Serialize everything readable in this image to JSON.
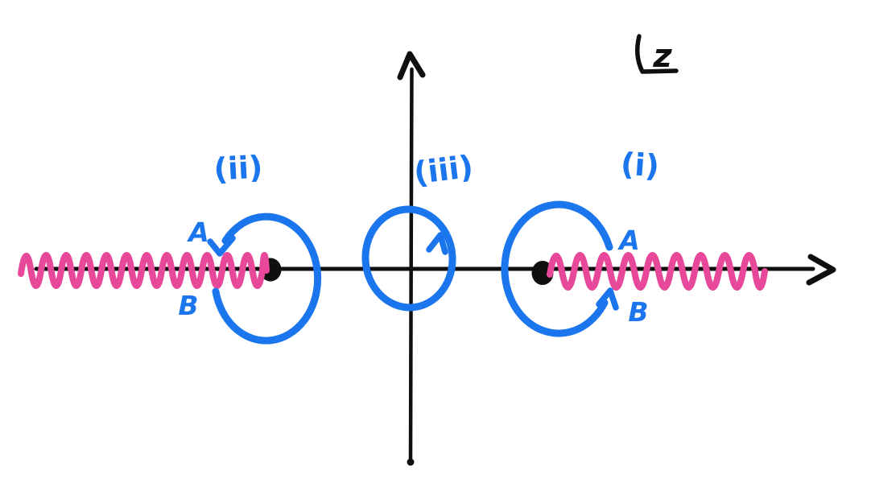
{
  "colors": {
    "background": "#ffffff",
    "ink": "#0f0f0f",
    "contour_blue": "#1b76ee",
    "cut_pink": "#e8489a"
  },
  "plane_label": "z",
  "contours": {
    "right_branch_point": {
      "label": "(i)",
      "side_a": "A",
      "side_b": "B"
    },
    "left_branch_point": {
      "label": "(ii)",
      "side_a": "A",
      "side_b": "B"
    },
    "origin": {
      "label": "(iii)"
    }
  }
}
